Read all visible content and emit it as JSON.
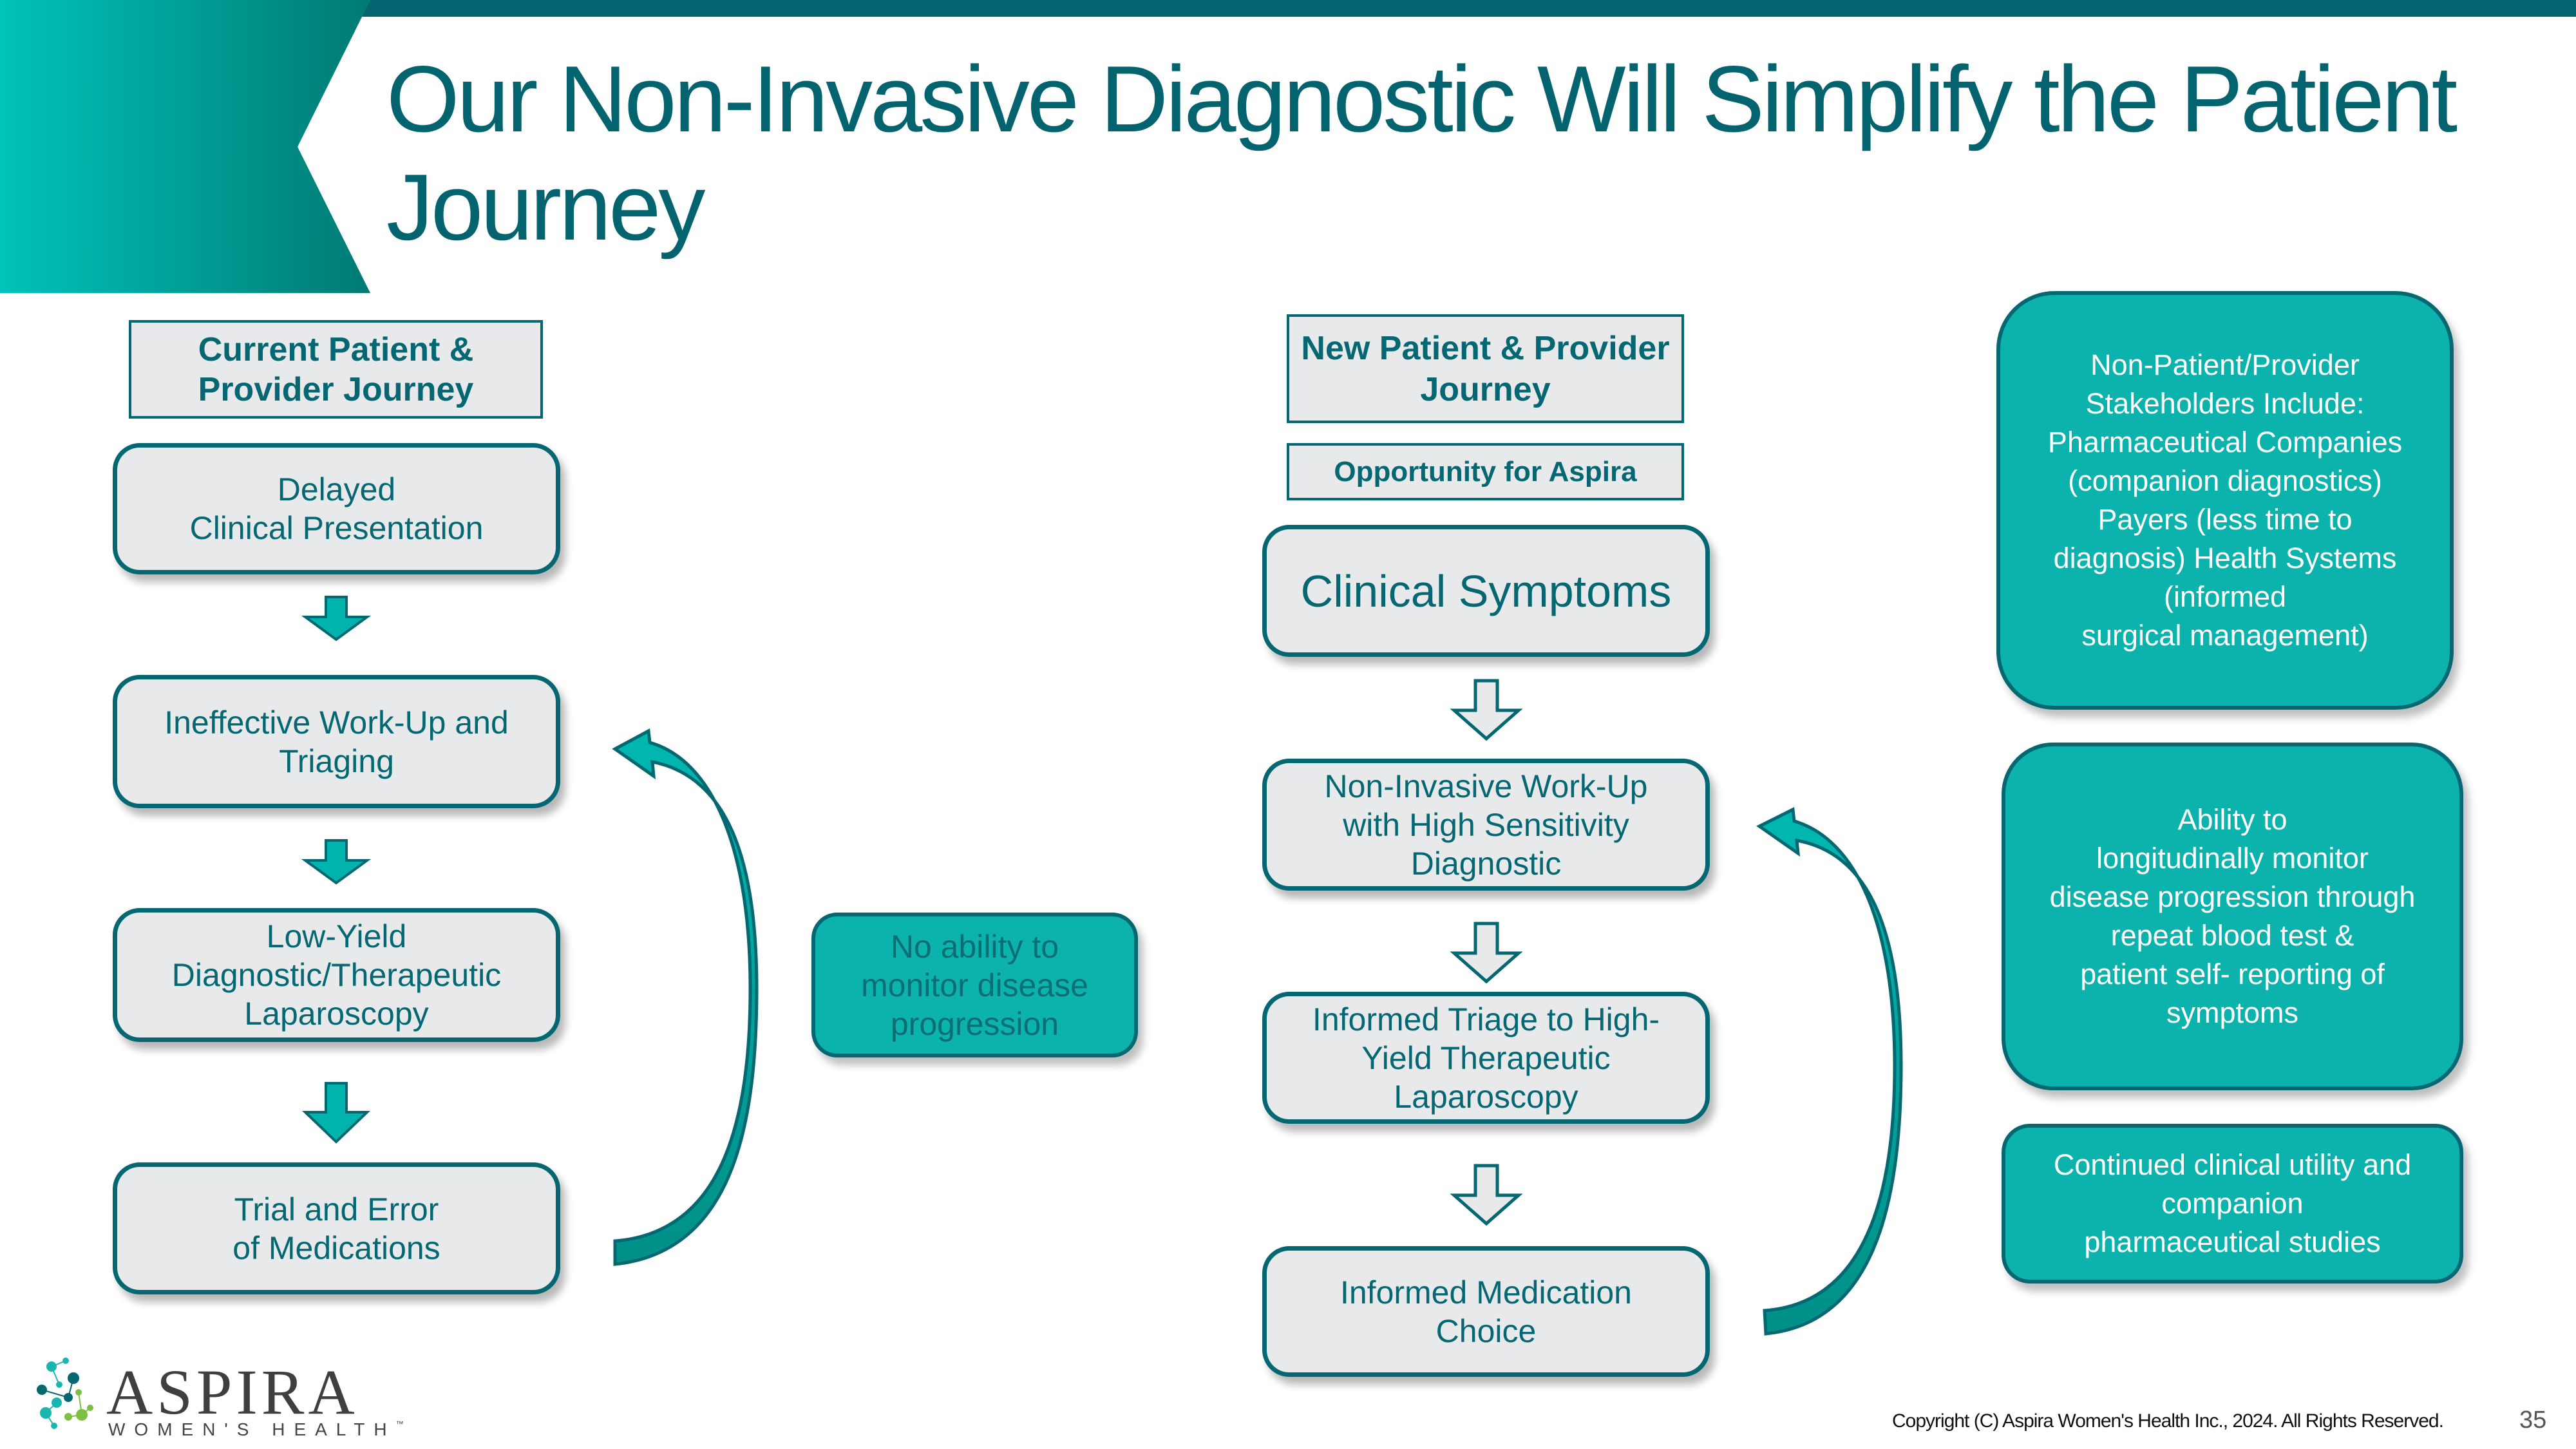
{
  "slide": {
    "title": "Our Non-Invasive Diagnostic Will Simplify the Patient Journey",
    "page_number": "35",
    "copyright": "Copyright (C) Aspira Women's Health Inc., 2024. All Rights Reserved.",
    "colors": {
      "dark_teal": "#03646f",
      "teal": "#0cb3ad",
      "box_fill": "#e8e9eb",
      "banner_gradient_start": "#00c3b9",
      "banner_gradient_end": "#007a74"
    }
  },
  "logo": {
    "name": "ASPIRA",
    "tagline": "WOMEN'S HEALTH",
    "trademark": "™"
  },
  "current_journey": {
    "header": "Current Patient & Provider Journey",
    "steps": [
      {
        "label": "Delayed\nClinical Presentation"
      },
      {
        "label": "Ineffective Work-Up and\nTriaging"
      },
      {
        "label": "Low-Yield\nDiagnostic/Therapeutic\nLaparoscopy"
      },
      {
        "label": "Trial and Error\nof Medications"
      }
    ],
    "arrow_icon": "down-arrow-filled-icon",
    "loop_icon": "curved-loop-arrow-icon",
    "callout": "No ability to\nmonitor disease\nprogression"
  },
  "new_journey": {
    "header": "New Patient & Provider Journey",
    "subheader": "Opportunity for Aspira",
    "steps": [
      {
        "label": "Clinical Symptoms"
      },
      {
        "label": "Non-Invasive Work-Up\nwith High Sensitivity\nDiagnostic"
      },
      {
        "label": "Informed Triage to High-\nYield Therapeutic\nLaparoscopy"
      },
      {
        "label": "Informed Medication\nChoice"
      }
    ],
    "arrow_icon": "down-arrow-outline-icon",
    "loop_icon": "curved-loop-arrow-icon"
  },
  "side_panels": [
    {
      "text": "Non-Patient/Provider\nStakeholders Include:\nPharmaceutical Companies\n(companion diagnostics)\nPayers (less time to\ndiagnosis) Health Systems\n(informed\nsurgical management)"
    },
    {
      "text": "Ability to\nlongitudinally monitor\ndisease progression through\nrepeat blood test &\npatient self- reporting of\nsymptoms"
    },
    {
      "text": "Continued clinical utility and\ncompanion\npharmaceutical studies"
    }
  ]
}
